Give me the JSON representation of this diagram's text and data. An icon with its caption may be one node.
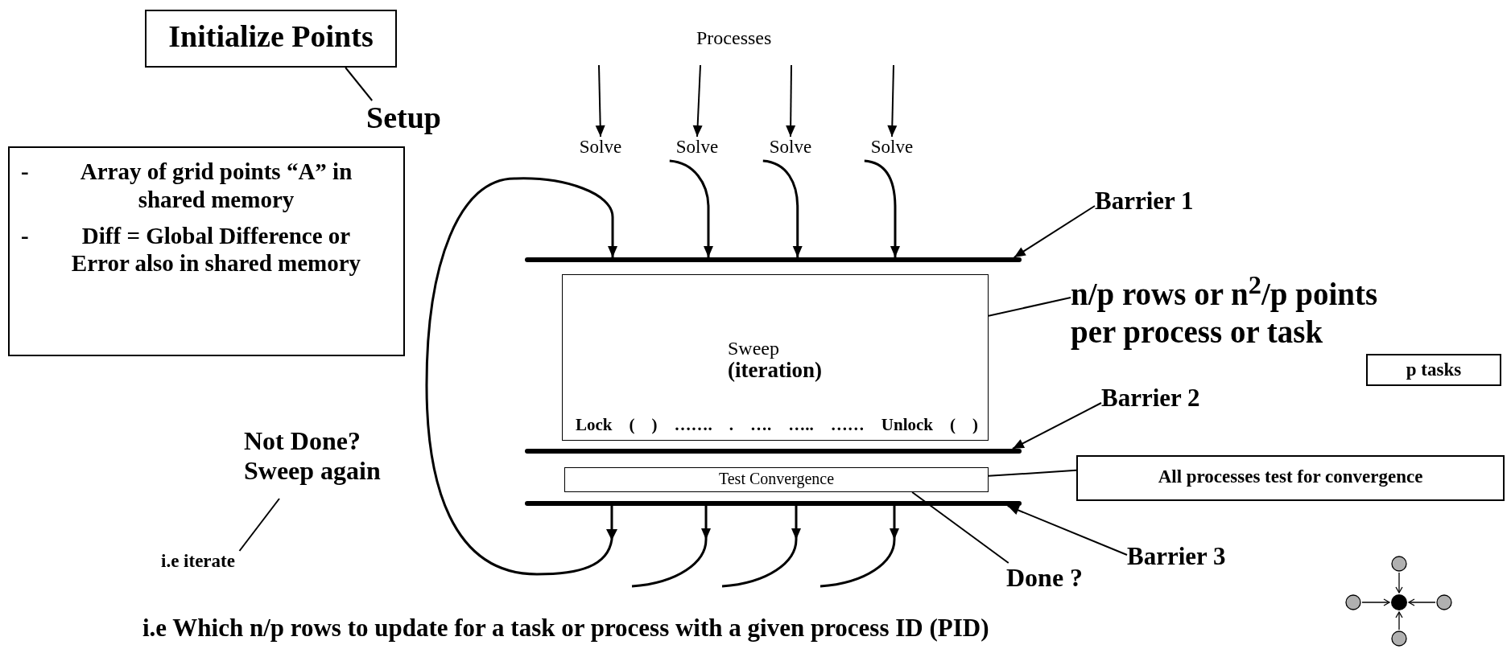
{
  "diagram": {
    "nodes": [
      {
        "text": [
          "Initialize Points"
        ]
      },
      {
        "text": [
          "Setup"
        ]
      },
      {
        "text": [
          "-",
          "Array of grid points “A” in shared memory",
          "-",
          "Diff = Global Difference or Error also in shared memory"
        ]
      },
      {
        "text": [
          "Solve"
        ]
      },
      {
        "text": [
          "Solve"
        ]
      },
      {
        "text": [
          "Solve"
        ]
      },
      {
        "text": [
          "Solve"
        ]
      },
      {
        "text": [],
        "shape": "bar"
      },
      {
        "text": [
          "Barrier 1"
        ]
      },
      {
        "text": [
          "Sweep",
          "(iteration)",
          "Lock ( ) ……. . …. ….. …… Unlock ( )"
        ]
      },
      {
        "text": [
          "n/p rows or n$^{2}$/p points per process or task"
        ]
      },
      {
        "text": [
          "p tasks"
        ]
      },
      {
        "text": [
          "Barrier 2"
        ]
      },
      {
        "text": [],
        "shape": "bar"
      },
      {
        "text": [
          "Test Convergence"
        ]
      },
      {
        "text": [
          "All processes test for convergence"
        ]
      },
      {
        "text": [
          "Not Done? Sweep again"
        ]
      },
      {
        "text": [],
        "shape": "bar"
      },
      {
        "text": [
          "Barrier 3"
        ]
      },
      {
        "text": [
          "i.e iterate"
        ]
      },
      {
        "text": [
          "Done ?"
        ]
      }
    ],
    "edges": [
      {
        "from": 0,
        "to": 1,
        "arrow": "none"
      },
      {
        "from": null,
        "to": 3,
        "arrow": "to"
      },
      {
        "from": null,
        "to": 4,
        "arrow": "to"
      },
      {
        "from": null,
        "to": 5,
        "arrow": "to"
      },
      {
        "from": null,
        "to": 6,
        "arrow": "to"
      },
      {
        "from": 4,
        "to": 7,
        "arrow": "to"
      },
      {
        "from": 5,
        "to": 7,
        "arrow": "to"
      },
      {
        "from": 6,
        "to": 7,
        "arrow": "to"
      },
      {
        "from": 17,
        "to": 7,
        "arrow": "to"
      },
      {
        "from": 17,
        "to": null,
        "arrow": "to"
      },
      {
        "from": 17,
        "to": null,
        "arrow": "to"
      },
      {
        "from": 17,
        "to": null,
        "arrow": "to"
      },
      {
        "from": 8,
        "to": 7,
        "arrow": "to"
      },
      {
        "from": 10,
        "to": 9,
        "arrow": "none"
      },
      {
        "from": 12,
        "to": 13,
        "arrow": "to"
      },
      {
        "from": 15,
        "to": 14,
        "arrow": "none"
      },
      {
        "from": 18,
        "to": 17,
        "arrow": "to"
      },
      {
        "from": 20,
        "to": 14,
        "arrow": "none"
      },
      {
        "from": 19,
        "to": 16,
        "arrow": "none"
      }
    ],
    "labels": [
      "Processes",
      "i.e Which n/p rows to update for a task or process with a given process ID (PID)"
    ]
  }
}
